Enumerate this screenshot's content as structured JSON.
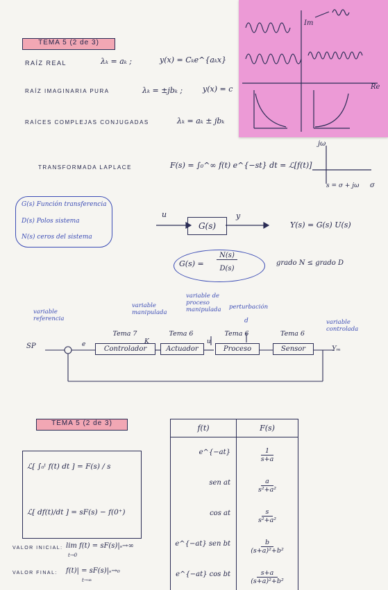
{
  "section1": {
    "tag": "TEMA 5 (2 de 3)",
    "rows": [
      {
        "label": "RAÍZ REAL",
        "eq": "λₖ = aₖ  ;",
        "resp": "y(x) = Cₖe^{aₖx}"
      },
      {
        "label": "RAÍZ IMAGINARIA PURA",
        "eq": "λₖ = ±jbₖ  ;",
        "resp": "y(x) = c"
      },
      {
        "label": "RAÍCES COMPLEJAS CONJUGADAS",
        "eq": "λₖ = aₖ ± jbₖ",
        "resp": ""
      }
    ],
    "laplace_label": "TRANSFORMADA LAPLACE",
    "laplace_eq": "F(s) = ∫₀^∞ f(t) e^{−st} dt = ℒ[f(t)]",
    "plane_im": "jω",
    "plane_re": "σ",
    "plane_s": "s = σ + jω"
  },
  "sticky": {
    "im": "Im",
    "re": "Re"
  },
  "legend": {
    "items": [
      "G(s)  Función transferencia",
      "D(s)  Polos sistema",
      "N(s)  ceros del sistema"
    ]
  },
  "tf_block": {
    "in": "u",
    "out": "y",
    "block": "G(s)",
    "result": "Y(s) = G(s) U(s)"
  },
  "tf_frac": {
    "lhs": "G(s) =",
    "num": "N(s)",
    "den": "D(s)",
    "note": "grado N ≤ grado D"
  },
  "control": {
    "sp": "SP",
    "e": "e",
    "k": "K",
    "ym": "Yₘ",
    "u": "u",
    "ann_ref": "variable referencia",
    "ann_man": "variable manipulada",
    "ann_proc": "variable de proceso manipulada",
    "ann_pert": "perturbación",
    "ann_d": "d",
    "ann_ctrl": "variable controlada",
    "blocks": [
      {
        "tema": "Tema 7",
        "name": "Controlador"
      },
      {
        "tema": "Tema 6",
        "name": "Actuador"
      },
      {
        "tema": "Tema 6",
        "name": "Proceso"
      },
      {
        "tema": "Tema 6",
        "name": "Sensor"
      }
    ]
  },
  "section2": {
    "tag": "TEMA 5 (2 de 3)",
    "prop1": "ℒ[ ∫₀ᵗ f(t) dt ] = F(s) / s",
    "prop2": "ℒ[ df(t)/dt ] = sF(s) − f(0⁺)",
    "vinit_label": "VALOR INICIAL:",
    "vinit_eq": "lim f(t) = sF(s)|ₛ→∞",
    "vinit_sub": "t→0",
    "vfin_label": "VALOR FINAL:",
    "vfin_eq": "f(t)| = sF(s)|ₛ→₀",
    "vfin_sub": "t→∞"
  },
  "table": {
    "headers": [
      "f(t)",
      "F(s)"
    ],
    "rows": [
      {
        "f": "e^{−at}",
        "F_num": "1",
        "F_den": "s+a"
      },
      {
        "f": "sen at",
        "F_num": "a",
        "F_den": "s²+a²"
      },
      {
        "f": "cos at",
        "F_num": "s",
        "F_den": "s²+a²"
      },
      {
        "f": "e^{−at} sen bt",
        "F_num": "b",
        "F_den": "(s+a)²+b²"
      },
      {
        "f": "e^{−at} cos bt",
        "F_num": "s+a",
        "F_den": "(s+a)²+b²"
      }
    ]
  },
  "colors": {
    "ink": "#23254a",
    "blue_ink": "#3a4bb5",
    "sticky": "#ec9ad6",
    "highlight": "#f2a7b4"
  }
}
